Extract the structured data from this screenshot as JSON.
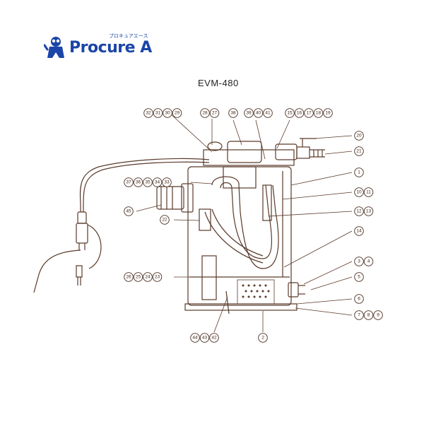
{
  "brand": {
    "name": "Procure A",
    "kana": "プロキュアエース"
  },
  "title": "EVM-480",
  "callout_groups": [
    {
      "id": "g-32-29",
      "labels": [
        "32",
        "31",
        "30",
        "29"
      ]
    },
    {
      "id": "g-28-27",
      "labels": [
        "28",
        "27"
      ]
    },
    {
      "id": "g-38",
      "labels": [
        "38"
      ]
    },
    {
      "id": "g-39-41",
      "labels": [
        "39",
        "40",
        "41"
      ]
    },
    {
      "id": "g-15-19",
      "labels": [
        "15",
        "16",
        "17",
        "18",
        "19"
      ]
    },
    {
      "id": "g-20",
      "labels": [
        "20"
      ]
    },
    {
      "id": "g-21",
      "labels": [
        "21"
      ]
    },
    {
      "id": "g-1",
      "labels": [
        "1"
      ]
    },
    {
      "id": "g-37-33",
      "labels": [
        "37",
        "36",
        "35",
        "34",
        "33"
      ]
    },
    {
      "id": "g-10-11",
      "labels": [
        "10",
        "11"
      ]
    },
    {
      "id": "g-45",
      "labels": [
        "45"
      ]
    },
    {
      "id": "g-12-13",
      "labels": [
        "12",
        "13"
      ]
    },
    {
      "id": "g-22",
      "labels": [
        "22"
      ]
    },
    {
      "id": "g-14",
      "labels": [
        "14"
      ]
    },
    {
      "id": "g-3-4",
      "labels": [
        "3",
        "4"
      ]
    },
    {
      "id": "g-26-23",
      "labels": [
        "26",
        "25",
        "24",
        "23"
      ]
    },
    {
      "id": "g-5",
      "labels": [
        "5"
      ]
    },
    {
      "id": "g-6",
      "labels": [
        "6"
      ]
    },
    {
      "id": "g-7-9",
      "labels": [
        "7",
        "8",
        "9"
      ]
    },
    {
      "id": "g-44-42",
      "labels": [
        "44",
        "43",
        "42"
      ]
    },
    {
      "id": "g-2",
      "labels": [
        "2"
      ]
    }
  ]
}
